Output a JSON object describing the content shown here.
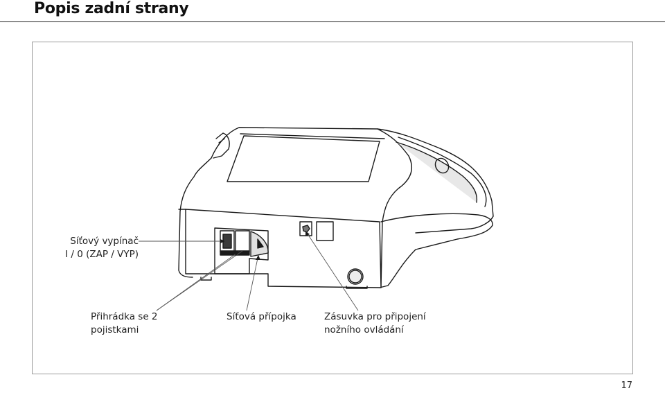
{
  "page": {
    "title": "Popis zadní strany",
    "page_number": "17"
  },
  "labels": {
    "switch": {
      "line1": "Síťový vypínač",
      "line2": "I / 0 (ZAP / VYP)"
    },
    "fuse": {
      "line1": "Přihrádka se 2",
      "line2": "pojistkami"
    },
    "power": {
      "line1": "Síťová přípojka"
    },
    "pedal": {
      "line1": "Zásuvka pro připojení",
      "line2": "nožního ovládání"
    }
  }
}
